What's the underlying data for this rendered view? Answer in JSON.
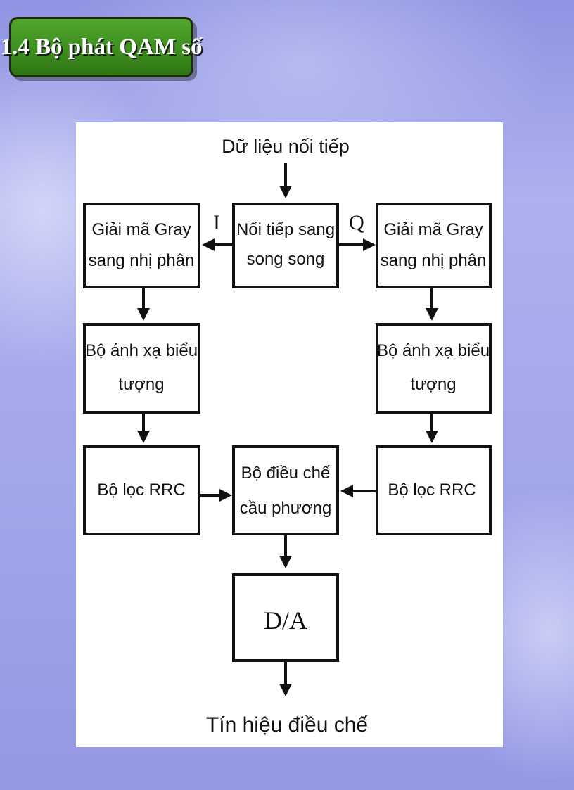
{
  "slide": {
    "title": "1.4 Bộ phát QAM số"
  },
  "diagram": {
    "input_label": "Dữ liệu nối tiếp",
    "output_label": "Tín hiệu điều chế",
    "i_label": "I",
    "q_label": "Q",
    "serial_to_parallel": {
      "line1": "Nối tiếp sang",
      "line2": "song song"
    },
    "gray_decoder_i": {
      "line1": "Giải mã Gray",
      "line2": "sang nhị phân"
    },
    "gray_decoder_q": {
      "line1": "Giải mã Gray",
      "line2": "sang nhị phân"
    },
    "symbol_mapper_i": {
      "line1": "Bộ ánh xạ biểu",
      "line2": "tượng"
    },
    "symbol_mapper_q": {
      "line1": "Bộ ánh xạ biểu",
      "line2": "tượng"
    },
    "rrc_filter_i": "Bộ lọc RRC",
    "rrc_filter_q": "Bộ lọc RRC",
    "quadrature_modulator": {
      "line1": "Bộ điều chế",
      "line2": "cầu phương"
    },
    "dac": "D/A"
  }
}
